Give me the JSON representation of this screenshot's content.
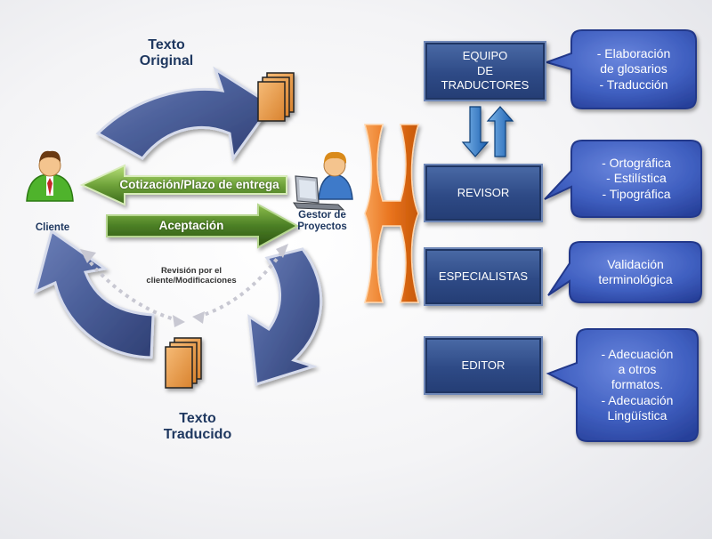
{
  "flow": {
    "original_text_label_line1": "Texto",
    "original_text_label_line2": "Original",
    "translated_text_label_line1": "Texto",
    "translated_text_label_line2": "Traducido",
    "client_label": "Cliente",
    "manager_label_line1": "Gestor de",
    "manager_label_line2": "Proyectos",
    "quote_arrow_label": "Cotización/Plazo de entrega",
    "acceptance_arrow_label": "Aceptación",
    "review_label_line1": "Revisión por el",
    "review_label_line2": "cliente/Modificaciones"
  },
  "roles": [
    {
      "lines": [
        "EQUIPO",
        "DE",
        "TRADUCTORES"
      ]
    },
    {
      "lines": [
        "REVISOR"
      ]
    },
    {
      "lines": [
        "ESPECIALISTAS"
      ]
    },
    {
      "lines": [
        "EDITOR"
      ]
    }
  ],
  "callouts": [
    {
      "lines": [
        "- Elaboración",
        "de glosarios",
        "- Traducción"
      ]
    },
    {
      "lines": [
        "- Ortográfica",
        "- Estilística",
        "- Tipográfica"
      ]
    },
    {
      "lines": [
        "Validación",
        "terminológica"
      ]
    },
    {
      "lines": [
        "- Adecuación",
        "a otros",
        "formatos.",
        "- Adecuación",
        "Lingüística"
      ]
    }
  ],
  "colors": {
    "cycle_arrow": "#4a5e98",
    "green_arrow": "#6fa33a",
    "orange_connector": "#e8721c",
    "role_box": "#2e4a86",
    "callout": "#3f5fc0",
    "document": "#e59a4e",
    "label_text": "#1f3860"
  },
  "icons": {
    "document": "document-stack-icon",
    "client": "person-icon",
    "manager": "person-laptop-icon",
    "exchange": "up-down-arrows-icon"
  }
}
